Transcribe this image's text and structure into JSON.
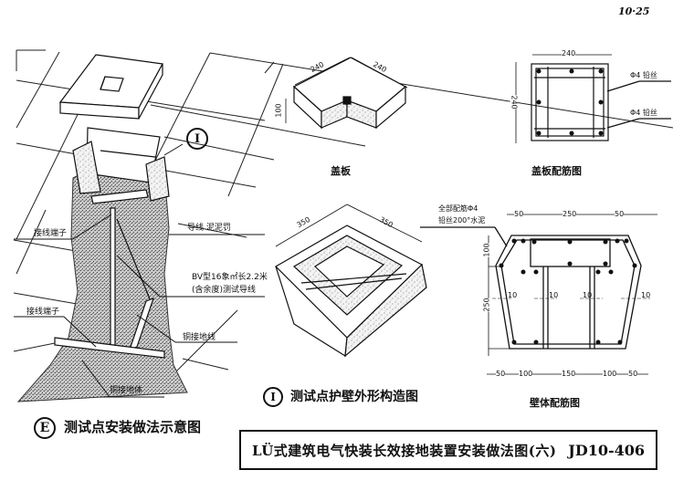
{
  "page_number": "10·25",
  "main_drawing": {
    "title": "测试点安装做法示意图",
    "marker": "E",
    "detail_marker": "I",
    "labels": {
      "terminal_1": "接线端子",
      "terminal_2": "接线端子",
      "wire_cement": "导线 泥泥罚",
      "test_wire_line1": "BV型16象㎡长2.2米",
      "test_wire_line2": "(含余度)测试导线",
      "copper_ground_wire": "铜接地线",
      "copper_ground_body": "铜接地体"
    }
  },
  "cover_plate": {
    "caption": "盖板",
    "dims": {
      "length_a": "240",
      "length_b": "240",
      "height": "100"
    }
  },
  "cover_rebar": {
    "caption": "盖板配筋图",
    "dims": {
      "width": "240",
      "height": "240"
    },
    "labels": {
      "wire_top": "Φ4 铅丝",
      "wire_bottom": "Φ4 铅丝"
    }
  },
  "guard_shape": {
    "caption": "测试点护壁外形构造图",
    "marker": "I",
    "dims": {
      "side_a": "350",
      "side_b": "350"
    }
  },
  "body_rebar": {
    "caption": "壁体配筋图",
    "note_line1": "全部配筋Φ4",
    "note_line2": "铅丝200°水泥",
    "dims": {
      "top": [
        "50",
        "250",
        "50"
      ],
      "left": [
        "100",
        "250"
      ],
      "walls": [
        "10",
        "10",
        "10",
        "10"
      ],
      "bottom": [
        "50",
        "100",
        "150",
        "100",
        "50"
      ]
    }
  },
  "title_block": {
    "title": "LÜ式建筑电气快装长效接地装置安装做法图(六)",
    "code": "JD10-406"
  }
}
